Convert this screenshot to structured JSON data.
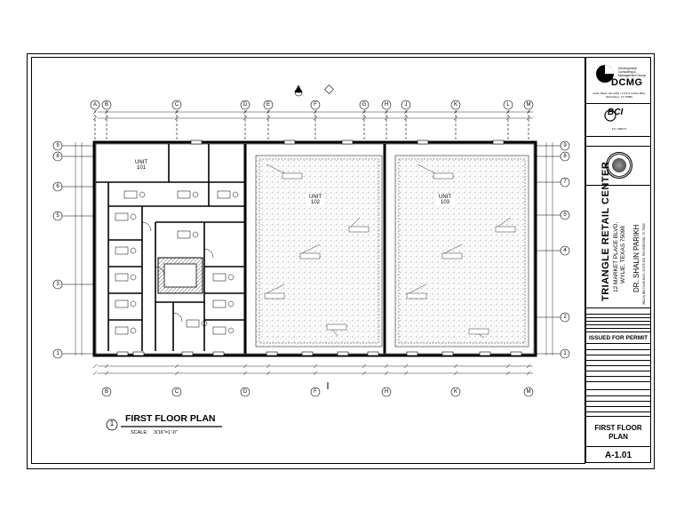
{
  "drawing_title": "FIRST FLOOR PLAN",
  "drawing_number": "1",
  "scale_label": "SCALE:",
  "scale_value": "3/16\"=1'-0\"",
  "units": [
    {
      "name": "UNIT",
      "number": "101"
    },
    {
      "name": "UNIT",
      "number": "102"
    },
    {
      "name": "UNIT",
      "number": "103"
    }
  ],
  "column_grid": [
    "A",
    "B",
    "C",
    "D",
    "E",
    "F",
    "G",
    "H",
    "J",
    "K",
    "L",
    "M"
  ],
  "row_grid": [
    "9",
    "8",
    "7",
    "6",
    "5",
    "4",
    "3",
    "2",
    "1"
  ],
  "title_block": {
    "firm": "DCMG",
    "firm_tagline": "Development Consulting & Management Group",
    "firm_address": "Collin Plaza, Ste 2236 • 1714 N Collins Blvd, Richardson, TX 75080",
    "engineer": "BCI",
    "engineer_firm_no": "F.N. 608173",
    "project_name": "TRIANGLE RETAIL CENTER",
    "project_address_1": "12 MARKET PLACE BLVD,",
    "project_address_2": "WYLIE, TEXAS 75098",
    "client": "DR. SHALIN PARIKH",
    "client_address": "3601 W BELTLINE BLVD, SUITE 100, RICHARDSON, TX 75082",
    "status": "ISSUED FOR PERMIT",
    "sheet_title_1": "FIRST FLOOR",
    "sheet_title_2": "PLAN",
    "sheet_number": "A-1.01"
  }
}
